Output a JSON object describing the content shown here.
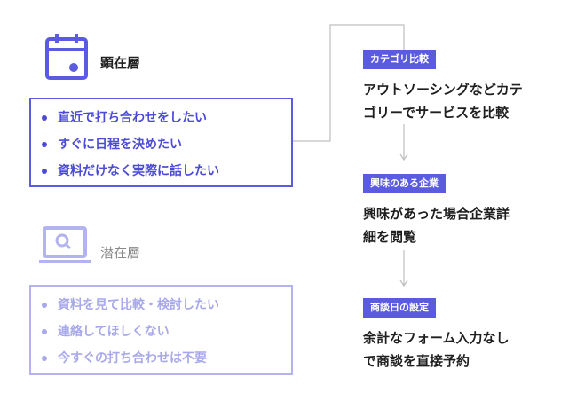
{
  "colors": {
    "accent": "#5B5BE0",
    "accent_light": "#B3B3F0",
    "connector": "#BFBFBF"
  },
  "icons": {
    "overt": "calendar-icon",
    "latent": "laptop-search-icon"
  },
  "segments": {
    "overt": {
      "title": "顕在層",
      "items": [
        "直近で打ち合わせをしたい",
        "すぐに日程を決めたい",
        "資料だけなく実際に話したい"
      ]
    },
    "latent": {
      "title": "潜在層",
      "items": [
        "資料を見て比較・検討したい",
        "連絡してほしくない",
        "今すぐの打ち合わせは不要"
      ]
    }
  },
  "steps": [
    {
      "tag": "カテゴリ比較",
      "lines": [
        "アウトソーシングなどカテ",
        "ゴリーでサービスを比較"
      ]
    },
    {
      "tag": "興味のある企業",
      "lines": [
        "興味があった場合企業詳",
        "細を閲覧"
      ]
    },
    {
      "tag": "商談日の設定",
      "lines": [
        "余計なフォーム入力なし",
        "で商談を直接予約"
      ]
    }
  ]
}
